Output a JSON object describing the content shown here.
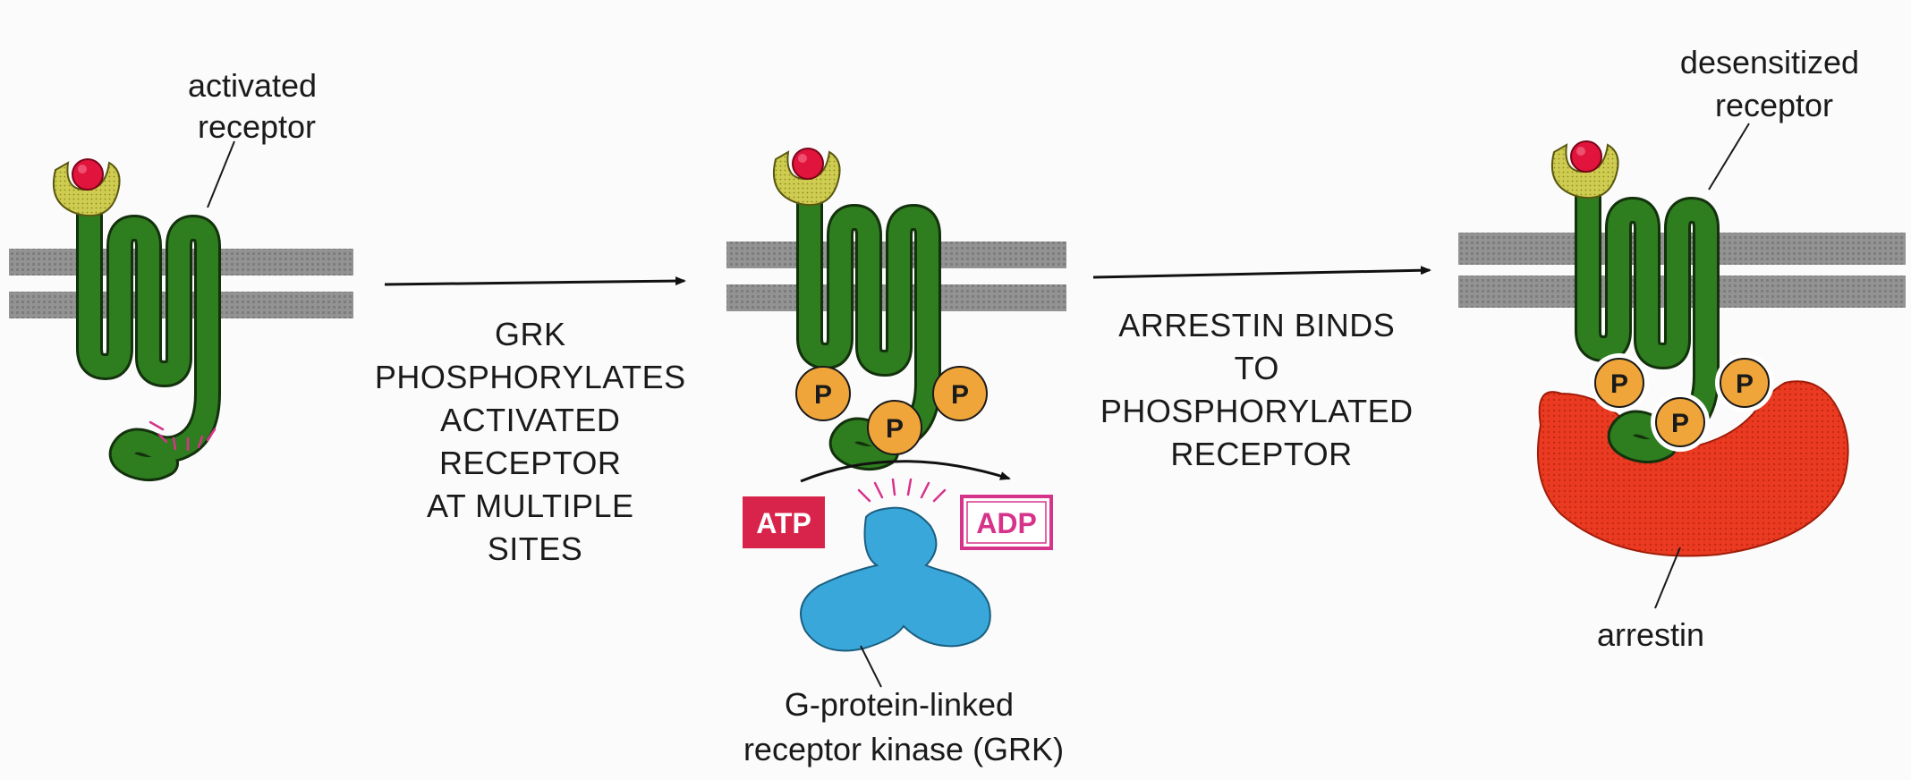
{
  "labels": {
    "activated_receptor": [
      "activated",
      "receptor"
    ],
    "step1": [
      "GRK",
      "PHOSPHORYLATES",
      "ACTIVATED",
      "RECEPTOR",
      "AT MULTIPLE",
      "SITES"
    ],
    "step2": [
      "ARRESTIN BINDS",
      "TO",
      "PHOSPHORYLATED",
      "RECEPTOR"
    ],
    "desensitized_receptor": [
      "desensitized",
      "receptor"
    ],
    "grk": [
      "G-protein-linked",
      "receptor kinase (GRK)"
    ],
    "arrestin": "arrestin",
    "atp": "ATP",
    "adp": "ADP",
    "phosphate": "P"
  },
  "colors": {
    "receptor": "#2e7d1f",
    "receptor_outline": "#13310c",
    "ligand": "#e0143c",
    "binding_pocket": "#c4c246",
    "membrane": "#8e8e8e",
    "phosphate": "#f0a53a",
    "atp": "#d8244a",
    "adp": "#d6338a",
    "kinase": "#3aa7db",
    "arrestin": "#e8331d"
  }
}
